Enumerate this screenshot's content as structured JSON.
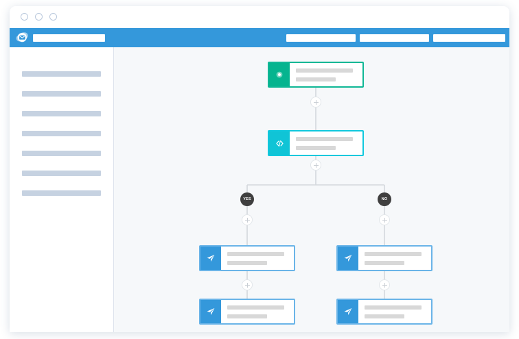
{
  "window": {
    "traffic_lights": [
      "close",
      "minimize",
      "maximize"
    ]
  },
  "header": {
    "brand_icon": "envelope-shield-logo-icon",
    "title_placeholder": "",
    "accent_color": "#3498db",
    "actions": [
      {
        "name": "header-action-1",
        "label": ""
      },
      {
        "name": "header-action-2",
        "label": ""
      },
      {
        "name": "header-action-3",
        "label": ""
      }
    ]
  },
  "sidebar": {
    "items": [
      {
        "label": ""
      },
      {
        "label": ""
      },
      {
        "label": ""
      },
      {
        "label": ""
      },
      {
        "label": ""
      },
      {
        "label": ""
      },
      {
        "label": ""
      }
    ]
  },
  "canvas": {
    "background_color": "#f6f8fa",
    "connector_color": "#d4d8dd",
    "nodes": [
      {
        "id": "trigger",
        "type": "trigger",
        "icon": "record-dot-icon",
        "accent_color": "#05b48f",
        "border_color": "#0fb795",
        "title": "",
        "subtitle": ""
      },
      {
        "id": "condition",
        "type": "condition",
        "icon": "code-branch-icon",
        "accent_color": "#10c4d6",
        "border_color": "#10c8dd",
        "title": "",
        "subtitle": ""
      },
      {
        "id": "yes-action-1",
        "type": "action",
        "icon": "send-paper-plane-icon",
        "accent_color": "#3498db",
        "border_color": "#6ab4e8",
        "title": "",
        "subtitle": ""
      },
      {
        "id": "yes-action-2",
        "type": "action",
        "icon": "send-paper-plane-icon",
        "accent_color": "#3498db",
        "border_color": "#6ab4e8",
        "title": "",
        "subtitle": ""
      },
      {
        "id": "no-action-1",
        "type": "action",
        "icon": "send-paper-plane-icon",
        "accent_color": "#3498db",
        "border_color": "#6ab4e8",
        "title": "",
        "subtitle": ""
      },
      {
        "id": "no-action-2",
        "type": "action",
        "icon": "send-paper-plane-icon",
        "accent_color": "#3498db",
        "border_color": "#6ab4e8",
        "title": "",
        "subtitle": ""
      }
    ],
    "branches": [
      {
        "id": "branch-yes",
        "label": "YES",
        "badge_color": "#3f3f3f"
      },
      {
        "id": "branch-no",
        "label": "NO",
        "badge_color": "#3f3f3f"
      }
    ],
    "add_buttons": [
      {
        "id": "add-after-trigger",
        "label": "+"
      },
      {
        "id": "add-after-condition",
        "label": "+"
      },
      {
        "id": "add-after-yes-branch",
        "label": "+"
      },
      {
        "id": "add-after-no-branch",
        "label": "+"
      },
      {
        "id": "add-after-yes-action-1",
        "label": "+"
      },
      {
        "id": "add-after-no-action-1",
        "label": "+"
      }
    ]
  }
}
